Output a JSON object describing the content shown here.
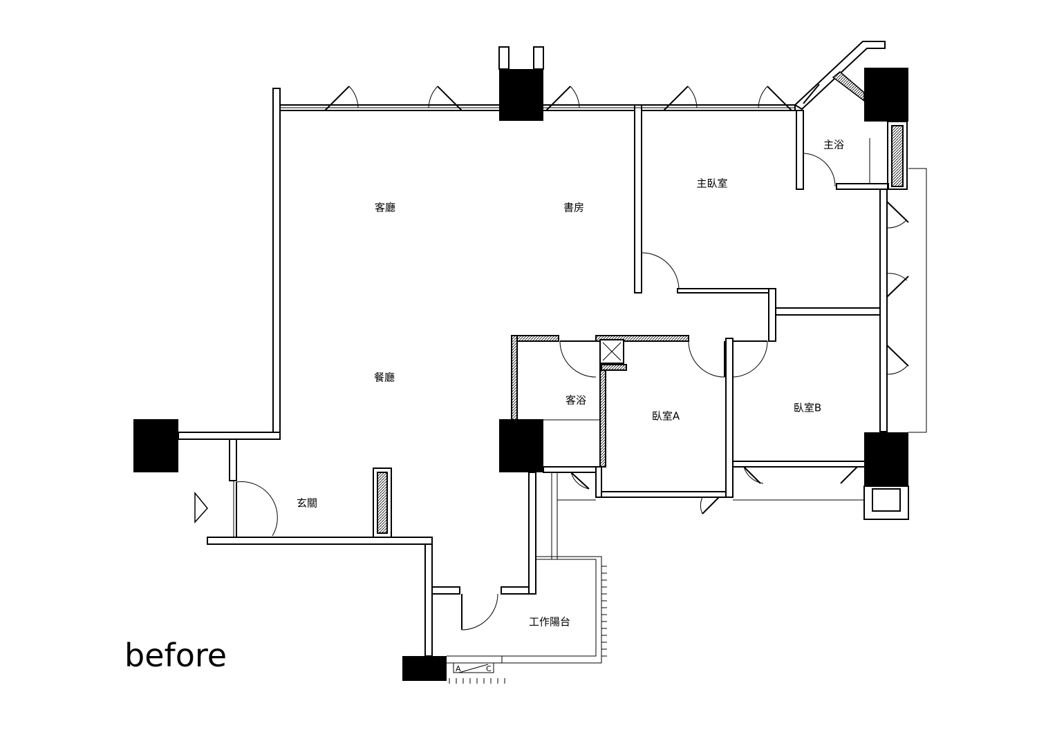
{
  "caption": "before",
  "rooms": {
    "living": "客廳",
    "study": "書房",
    "master_bedroom": "主臥室",
    "master_bath": "主浴",
    "dining": "餐廳",
    "guest_bath": "客浴",
    "bedroom_a": "臥室A",
    "bedroom_b": "臥室B",
    "entrance": "玄關",
    "service_balcony": "工作陽台"
  },
  "markers": {
    "a": "A",
    "c": "C"
  }
}
